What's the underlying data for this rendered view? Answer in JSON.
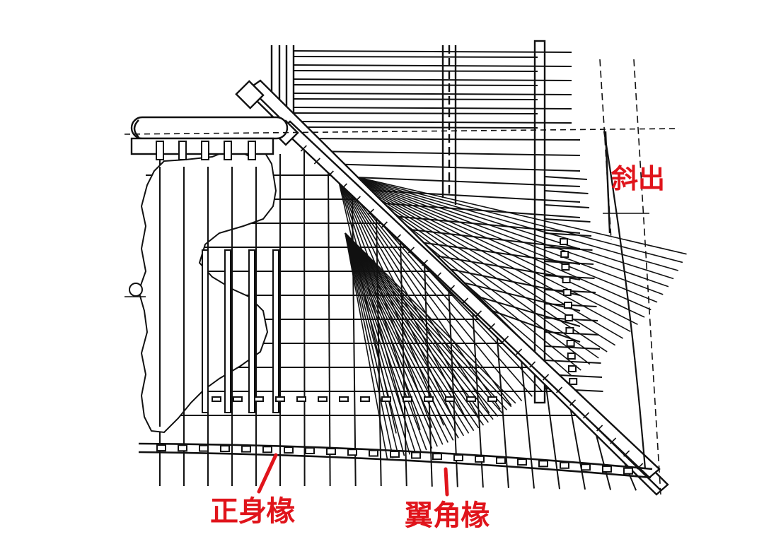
{
  "labels": {
    "xiechu": "斜出",
    "zhengshen": "正身椽",
    "yijiao": "翼角椽"
  },
  "colors": {
    "ink": "#111111",
    "annotation": "#e0141b",
    "paper": "#ffffff"
  }
}
